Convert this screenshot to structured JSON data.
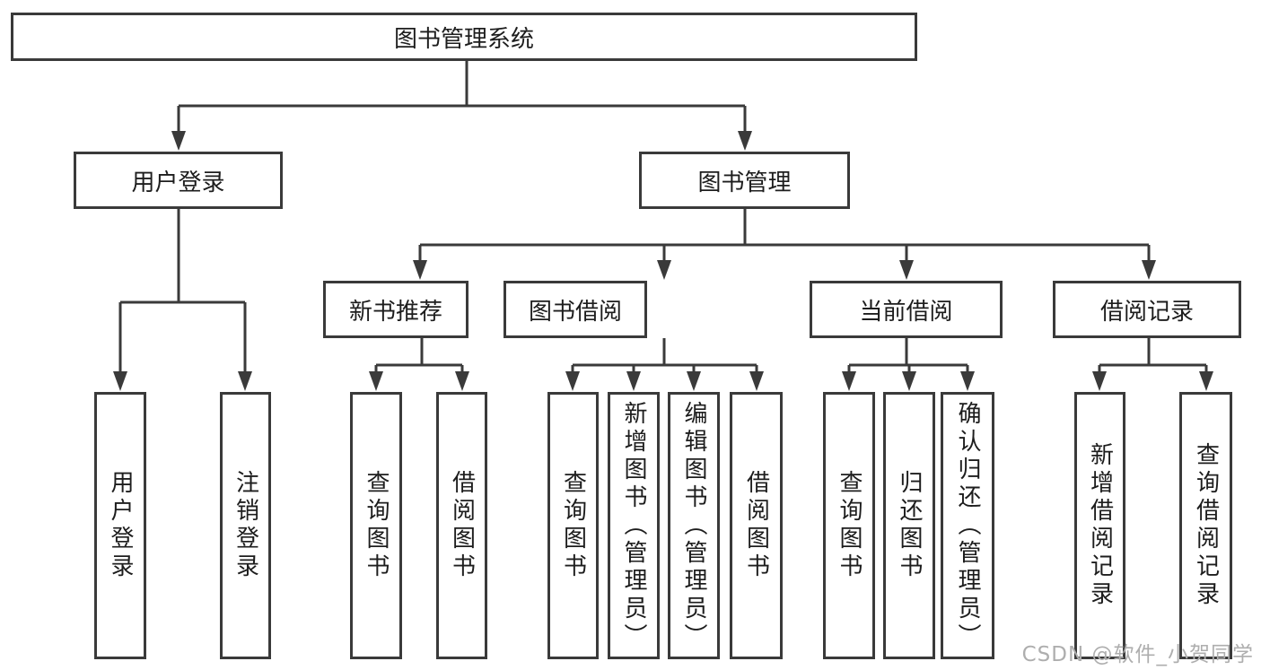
{
  "diagram_title": "图书管理系统",
  "nodes": {
    "root": "图书管理系统",
    "user_login": "用户登录",
    "book_management": "图书管理",
    "new_book_recommend": "新书推荐",
    "book_borrow": "图书借阅",
    "current_borrow": "当前借阅",
    "borrow_records": "借阅记录"
  },
  "leaves": {
    "user_login": "用户登录",
    "logout": "注销登录",
    "nb_query_books": "查询图书",
    "nb_borrow_books": "借阅图书",
    "bb_query_books": "查询图书",
    "bb_add_books_admin": "新增图书（管理员）",
    "bb_edit_books_admin": "编辑图书（管理员）",
    "bb_borrow_books": "借阅图书",
    "cb_query_books": "查询图书",
    "cb_return_books": "归还图书",
    "cb_confirm_return_admin": "确认归还（管理员）",
    "br_add_record": "新增借阅记录",
    "br_query_record": "查询借阅记录"
  },
  "watermark": "CSDN @软件_小贺同学",
  "colors": {
    "line": "#3a3a3a",
    "text": "#1d1d1d",
    "watermark": "#aeaeae",
    "background": "#ffffff"
  }
}
